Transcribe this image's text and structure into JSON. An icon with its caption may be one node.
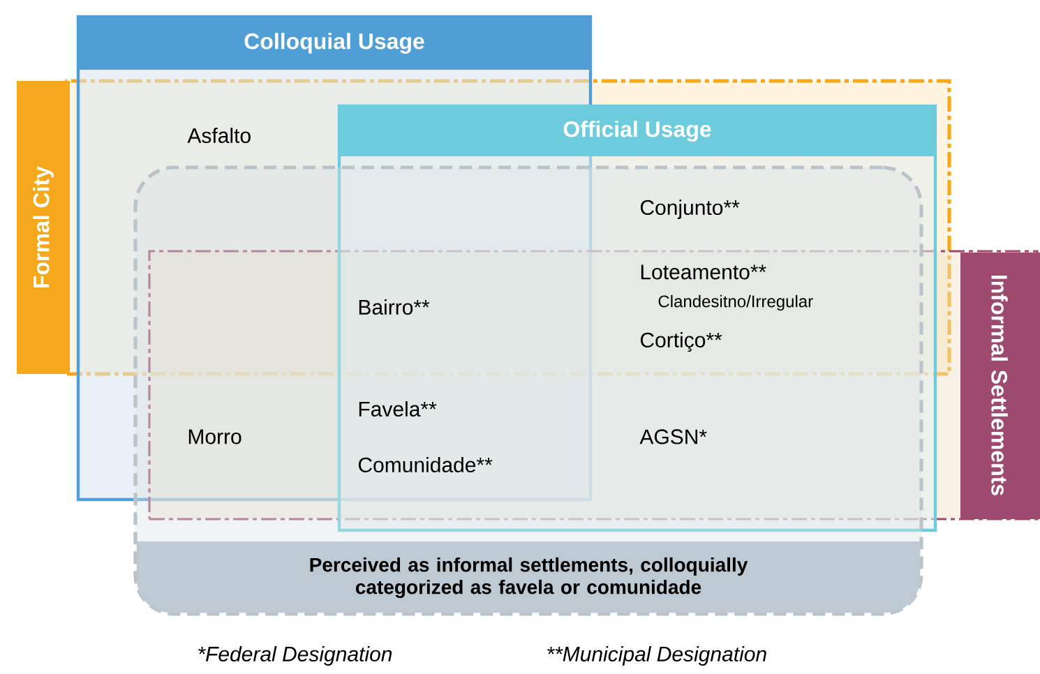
{
  "diagram": {
    "nodes": [
      {
        "text": [
          "Colloquial Usage"
        ]
      },
      {
        "text": [
          "Formal City"
        ]
      },
      {
        "text": [
          "Official Usage"
        ]
      },
      {
        "text": [
          "Perceived as informal settlements, colloquially categorized as favela or comunidade"
        ]
      },
      {
        "text": [
          "Informal Settlements"
        ]
      }
    ],
    "labels": [
      "Asfalto",
      "Conjunto**",
      "Loteamento**",
      "Bairro**",
      "Clandesitno/Irregular",
      "Cortiço**",
      "Favela**",
      "Morro",
      "AGSN*",
      "Comunidade**",
      "*Federal Designation",
      "**Municipal Designation"
    ]
  }
}
